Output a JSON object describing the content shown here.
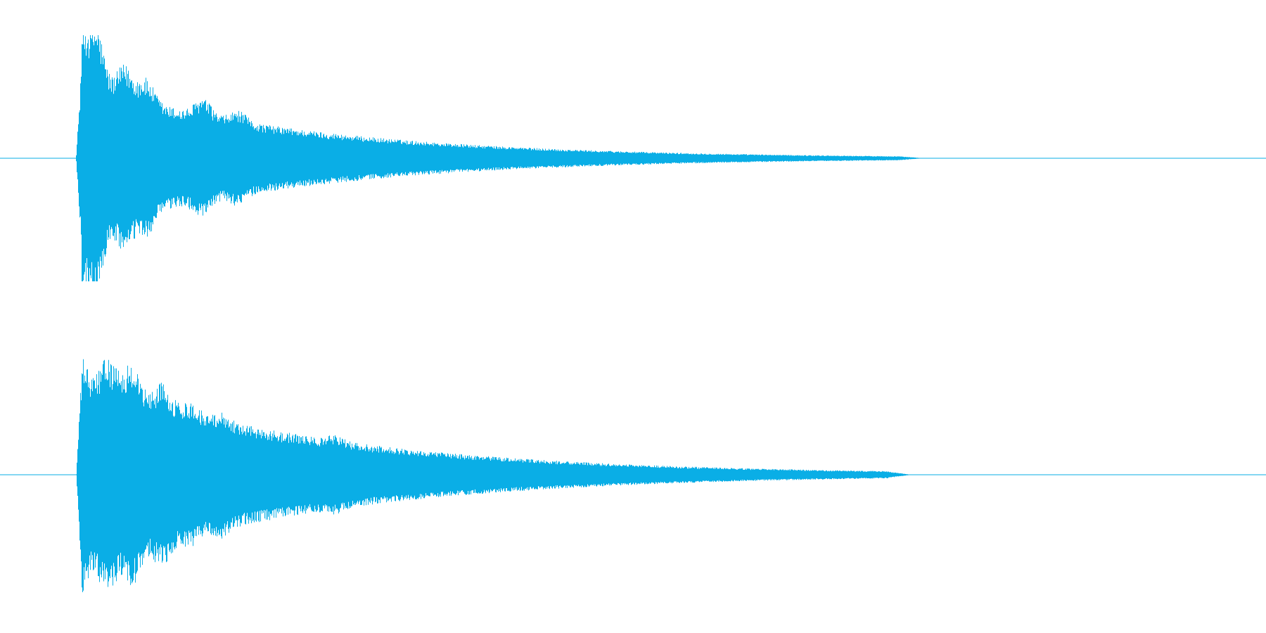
{
  "waveform": {
    "color": "#0aaee6",
    "background": "#ffffff",
    "channels": [
      {
        "name": "channel-1",
        "onset": 0.06,
        "peak_top": 1.0,
        "peak_bottom": 1.0,
        "body_amplitude": 0.62,
        "decay_rate": 5.6,
        "tail_end": 0.71,
        "bursts": [
          {
            "t": 0.075,
            "a": 0.55
          },
          {
            "t": 0.098,
            "a": 0.28
          },
          {
            "t": 0.115,
            "a": 0.22
          },
          {
            "t": 0.16,
            "a": 0.18
          },
          {
            "t": 0.188,
            "a": 0.12
          }
        ]
      },
      {
        "name": "channel-2",
        "onset": 0.06,
        "peak_top": 1.0,
        "peak_bottom": 1.0,
        "body_amplitude": 0.8,
        "decay_rate": 5.2,
        "tail_end": 0.7,
        "bursts": [
          {
            "t": 0.085,
            "a": 0.25
          },
          {
            "t": 0.104,
            "a": 0.3
          },
          {
            "t": 0.128,
            "a": 0.22
          },
          {
            "t": 0.15,
            "a": 0.12
          },
          {
            "t": 0.175,
            "a": 0.1
          },
          {
            "t": 0.265,
            "a": 0.08
          }
        ]
      }
    ]
  }
}
